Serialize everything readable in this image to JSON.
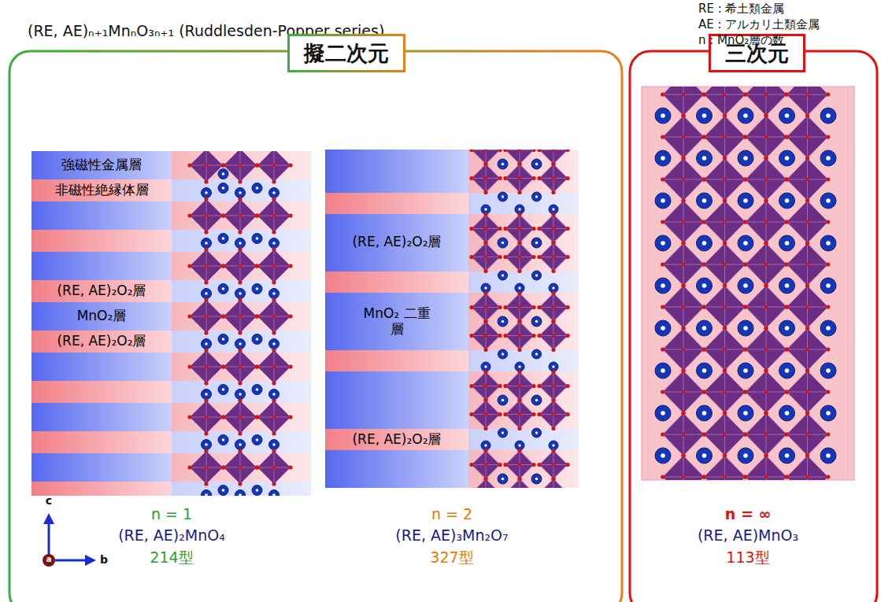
{
  "diagram": {
    "title": "(RE, AE)ₙ₊₁MnₙO₃ₙ₊₁ (Ruddlesden-Popper series)",
    "nodes": [
      {
        "text": [
          "擬二次元"
        ]
      },
      {
        "text": [
          "三次元"
        ]
      },
      {
        "text": [
          "強磁性金属層"
        ],
        "in": 0
      },
      {
        "text": [
          "非磁性絶縁体層"
        ],
        "in": 0
      },
      {
        "text": [
          "(RE, AE)₂O₂層"
        ],
        "in": 0
      },
      {
        "text": [
          "MnO₂層"
        ],
        "in": 0
      },
      {
        "text": [
          "(RE, AE)₂O₂層"
        ],
        "in": 0
      },
      {
        "text": [
          "(RE, AE)₂O₂層"
        ],
        "in": 0
      },
      {
        "text": [
          "MnO₂ 二重層"
        ],
        "in": 0
      },
      {
        "text": [
          "(RE, AE)₂O₂層"
        ],
        "in": 0
      }
    ],
    "labels": [
      "RE : 希土類金属",
      "AE : アルカリ土類金属",
      "n : MnO₂層の数",
      "n = 1",
      "(RE, AE)₂MnO₄",
      "214型",
      "n = 2",
      "(RE, AE)₃Mn₂O₇",
      "327型",
      "n = ∞",
      "(RE, AE)MnO₃",
      "113型",
      "c",
      "a",
      "b"
    ]
  }
}
